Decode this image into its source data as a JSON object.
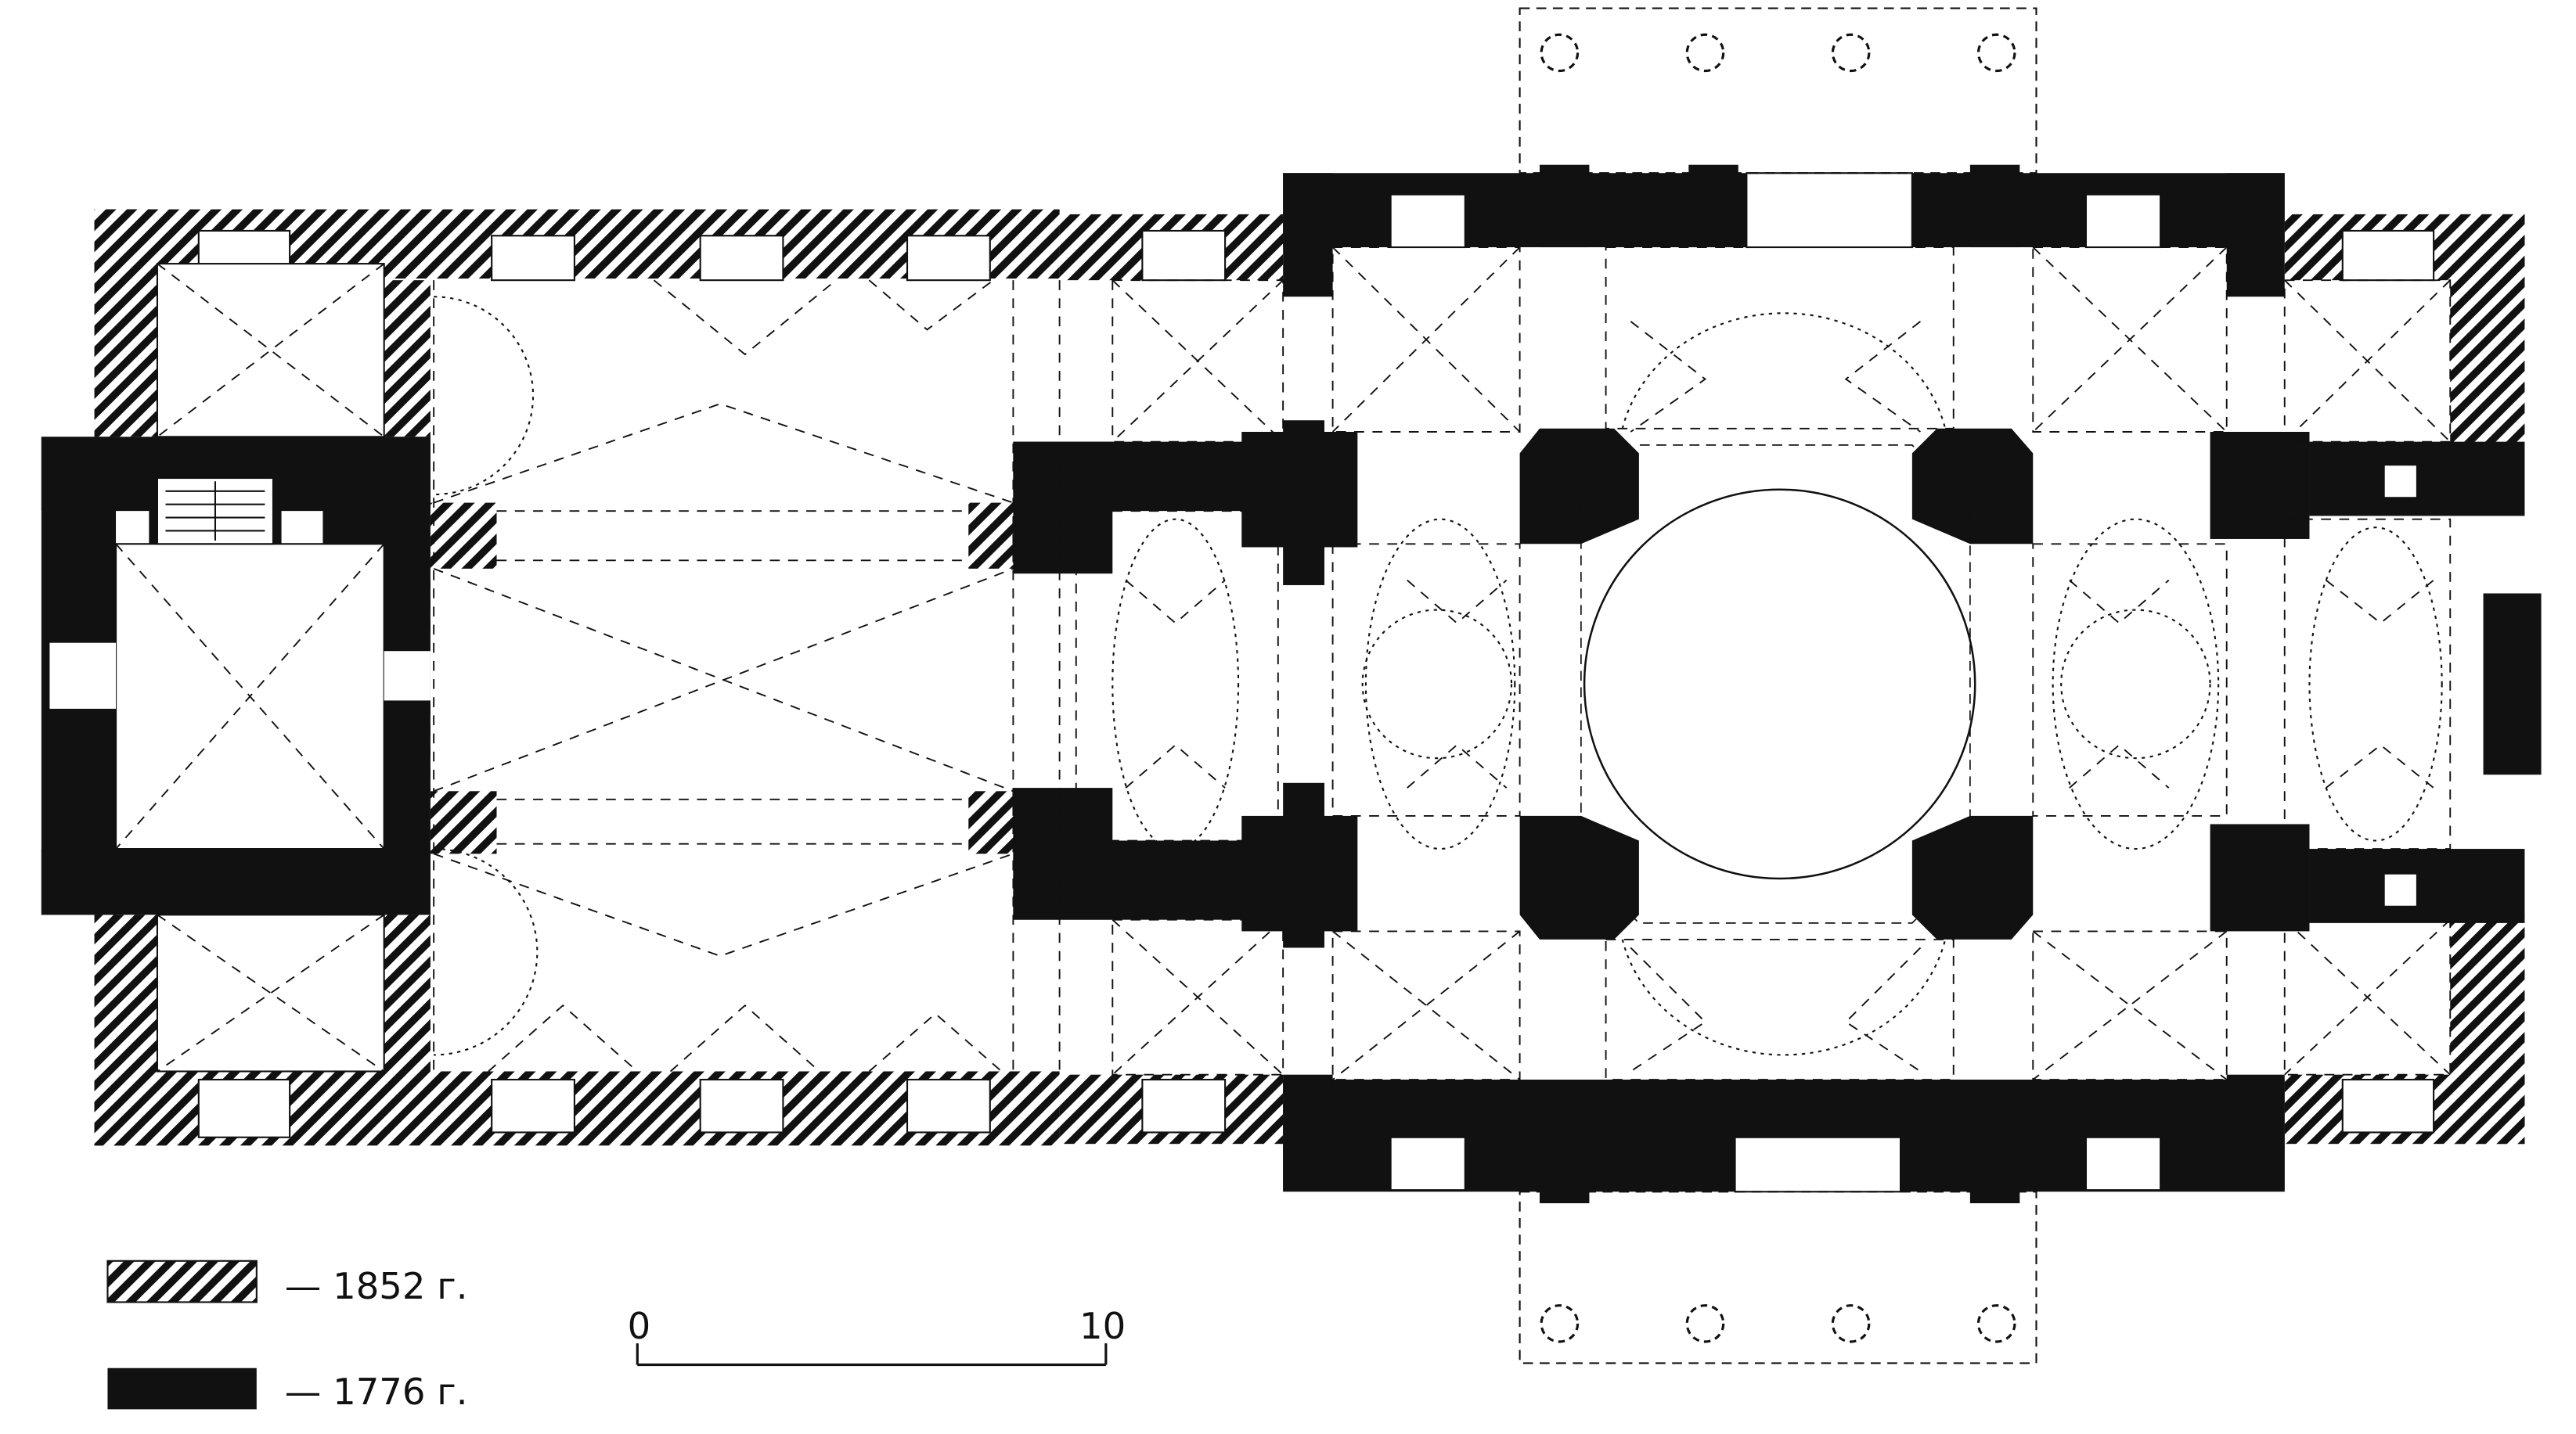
{
  "legend": {
    "items": [
      {
        "label": "— 1852 г.",
        "style": "hatched"
      },
      {
        "label": "— 1776 г.",
        "style": "solid"
      }
    ]
  },
  "scale": {
    "start_label": "0",
    "end_label": "10"
  },
  "colors": {
    "ink": "#111111",
    "paper": "#ffffff"
  }
}
